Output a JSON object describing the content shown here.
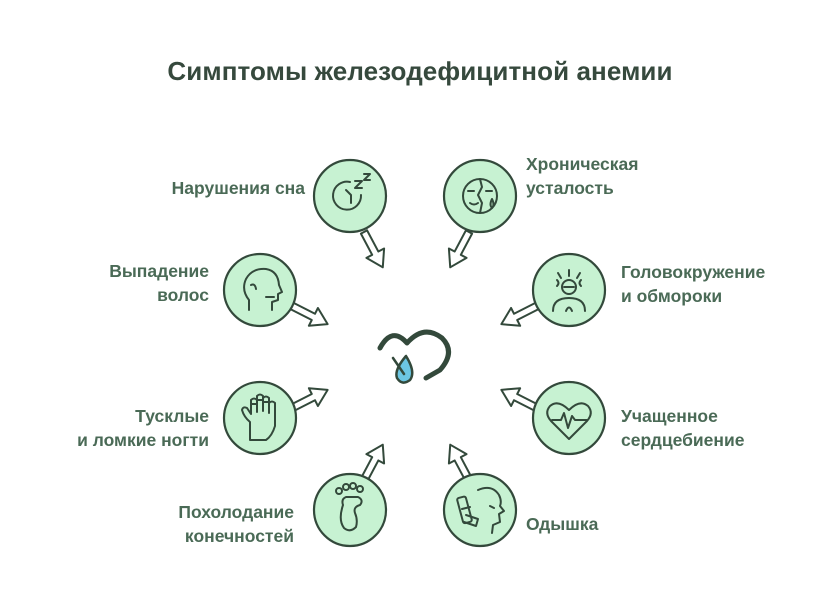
{
  "title": "Симптомы железодефицитной анемии",
  "center": {
    "icon": "heart-drop-icon"
  },
  "colors": {
    "circle_fill": "#c7f2d2",
    "stroke": "#33493b",
    "text": "#4a6a56",
    "title": "#36493d",
    "drop": "#6cc6e3"
  },
  "symptoms": [
    {
      "id": "sleep",
      "label": "Нарушения сна",
      "icon": "sleep-clock-icon"
    },
    {
      "id": "fatigue",
      "label": "Хроническая\nусталость",
      "icon": "tired-face-icon"
    },
    {
      "id": "hair",
      "label": "Выпадение\nволос",
      "icon": "head-profile-icon"
    },
    {
      "id": "dizzy",
      "label": "Головокружение\nи обмороки",
      "icon": "dizzy-person-icon"
    },
    {
      "id": "nails",
      "label": "Тусклые\nи ломкие ногти",
      "icon": "hand-icon"
    },
    {
      "id": "heart",
      "label": "Учащенное\nсердцебиение",
      "icon": "heartbeat-icon"
    },
    {
      "id": "cold",
      "label": "Похолодание\nконечностей",
      "icon": "footprint-icon"
    },
    {
      "id": "breath",
      "label": "Одышка",
      "icon": "inhaler-face-icon"
    }
  ]
}
